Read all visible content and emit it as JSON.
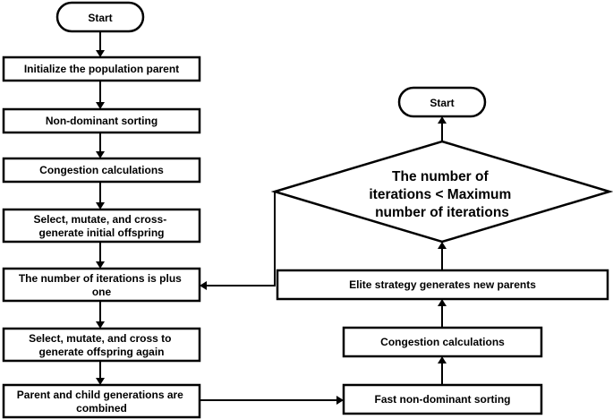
{
  "nodes": {
    "start_left": "Start",
    "init": "Initialize the population parent",
    "nondom": "Non-dominant sorting",
    "congestion_left": "Congestion calculations",
    "select_initial": [
      "Select, mutate, and cross-",
      "generate initial offspring"
    ],
    "iter_plus": [
      "The number of iterations is plus",
      "one"
    ],
    "select_again": [
      "Select, mutate, and cross to",
      "generate offspring again"
    ],
    "combine": [
      "Parent and child generations are",
      "combined"
    ],
    "fast_nondom": "Fast non-dominant sorting",
    "congestion_right": "Congestion calculations",
    "elite": "Elite strategy generates new parents",
    "decision": [
      "The number of",
      "iterations < Maximum",
      "number of iterations"
    ],
    "start_right": "Start"
  }
}
